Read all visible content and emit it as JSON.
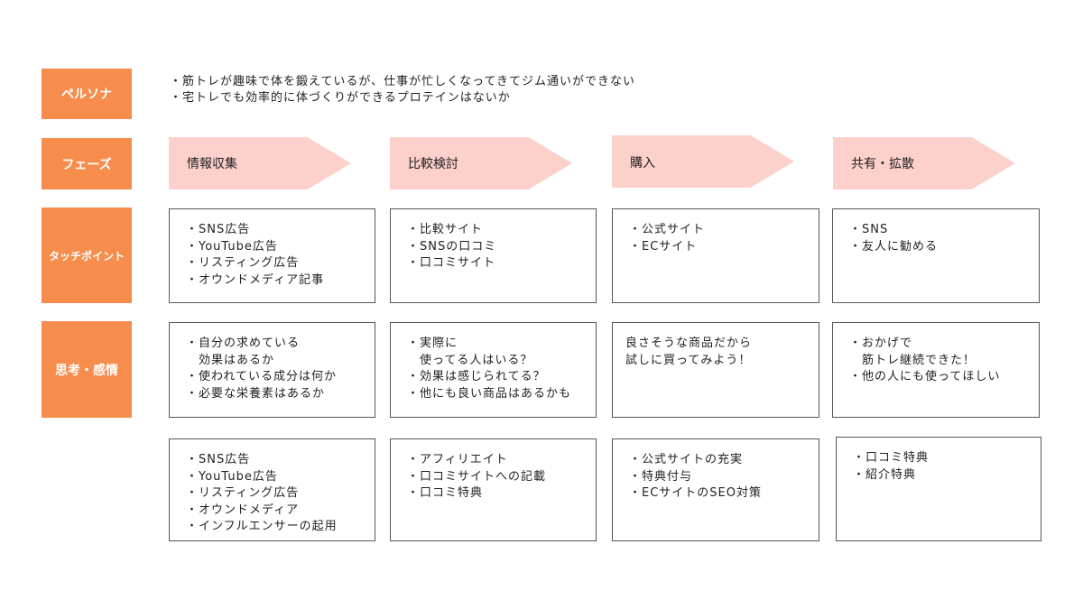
{
  "labels": {
    "persona": "ペルソナ",
    "phase": "フェーズ",
    "touchpoint": "タッチポイント",
    "thought": "思考・感情"
  },
  "persona": [
    "・筋トレが趣味で体を鍛えているが、仕事が忙しくなってきてジム通いができない",
    "・宅トレでも効率的に体づくりができるプロテインはないか"
  ],
  "phases": [
    "情報収集",
    "比較検討",
    "購入",
    "共有・拡散"
  ],
  "touchpoints": [
    "・SNS広告\n・YouTube広告\n・リスティング広告\n・オウンドメディア記事",
    "・比較サイト\n・SNSの口コミ\n・口コミサイト",
    "・公式サイト\n・ECサイト",
    "・SNS\n・友人に勧める"
  ],
  "thoughts": [
    "・自分の求めている\n　効果はあるか\n・使われている成分は何か\n・必要な栄養素はあるか",
    "・実際に\n　使ってる人はいる？\n・効果は感じられてる？\n・他にも良い商品はあるかも",
    "良さそうな商品だから\n試しに買ってみよう！",
    "・おかげで\n　筋トレ継続できた！\n・他の人にも使ってほしい"
  ],
  "measures": [
    "・SNS広告\n・YouTube広告\n・リスティング広告\n・オウンドメディア\n・インフルエンサーの起用",
    "・アフィリエイト\n・口コミサイトへの記載\n・口コミ特典",
    "・公式サイトの充実\n・特典付与\n・ECサイトのSEO対策",
    "・口コミ特典\n・紹介特典"
  ]
}
